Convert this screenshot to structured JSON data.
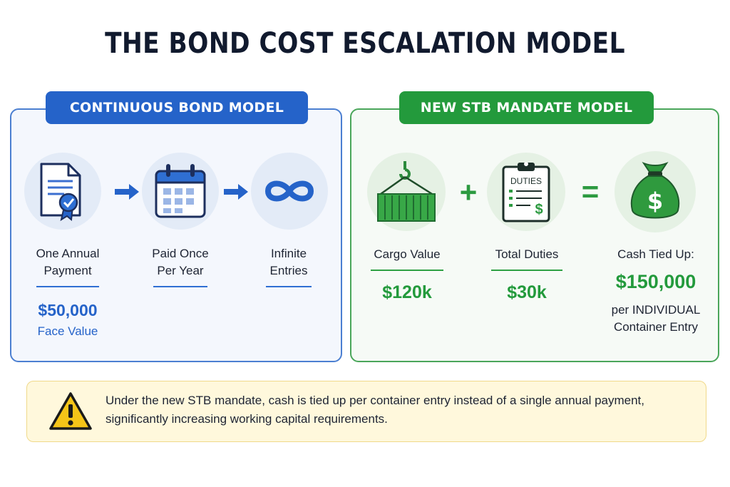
{
  "title": "THE BOND COST ESCALATION MODEL",
  "left_panel": {
    "tab": "CONTINUOUS BOND MODEL",
    "steps": [
      {
        "icon": "document-certificate-icon",
        "label_line1": "One Annual",
        "label_line2": "Payment"
      },
      {
        "icon": "calendar-icon",
        "label_line1": "Paid Once",
        "label_line2": "Per Year"
      },
      {
        "icon": "infinity-icon",
        "label_line1": "Infinite",
        "label_line2": "Entries"
      }
    ],
    "value": "$50,000",
    "value_sub": "Face Value"
  },
  "right_panel": {
    "tab": "NEW STB MANDATE MODEL",
    "steps": [
      {
        "icon": "shipping-container-crane-icon",
        "label": "Cargo Value",
        "value": "$120k"
      },
      {
        "icon": "duties-clipboard-icon",
        "icon_text": "DUTIES",
        "label": "Total Duties",
        "value": "$30k"
      },
      {
        "icon": "money-bag-icon",
        "label": "Cash Tied Up:",
        "value": "$150,000",
        "sub_line1": "per INDIVIDUAL",
        "sub_line2": "Container Entry"
      }
    ],
    "plus": "+",
    "equals": "="
  },
  "note": {
    "icon": "warning-icon",
    "text_line1": "Under the new STB mandate, cash is tied up per container entry instead of a single annual payment,",
    "text_line2": "significantly increasing working capital requirements."
  },
  "colors": {
    "blue": "#2563c9",
    "green": "#239a3c",
    "warning": "#f5c518"
  }
}
